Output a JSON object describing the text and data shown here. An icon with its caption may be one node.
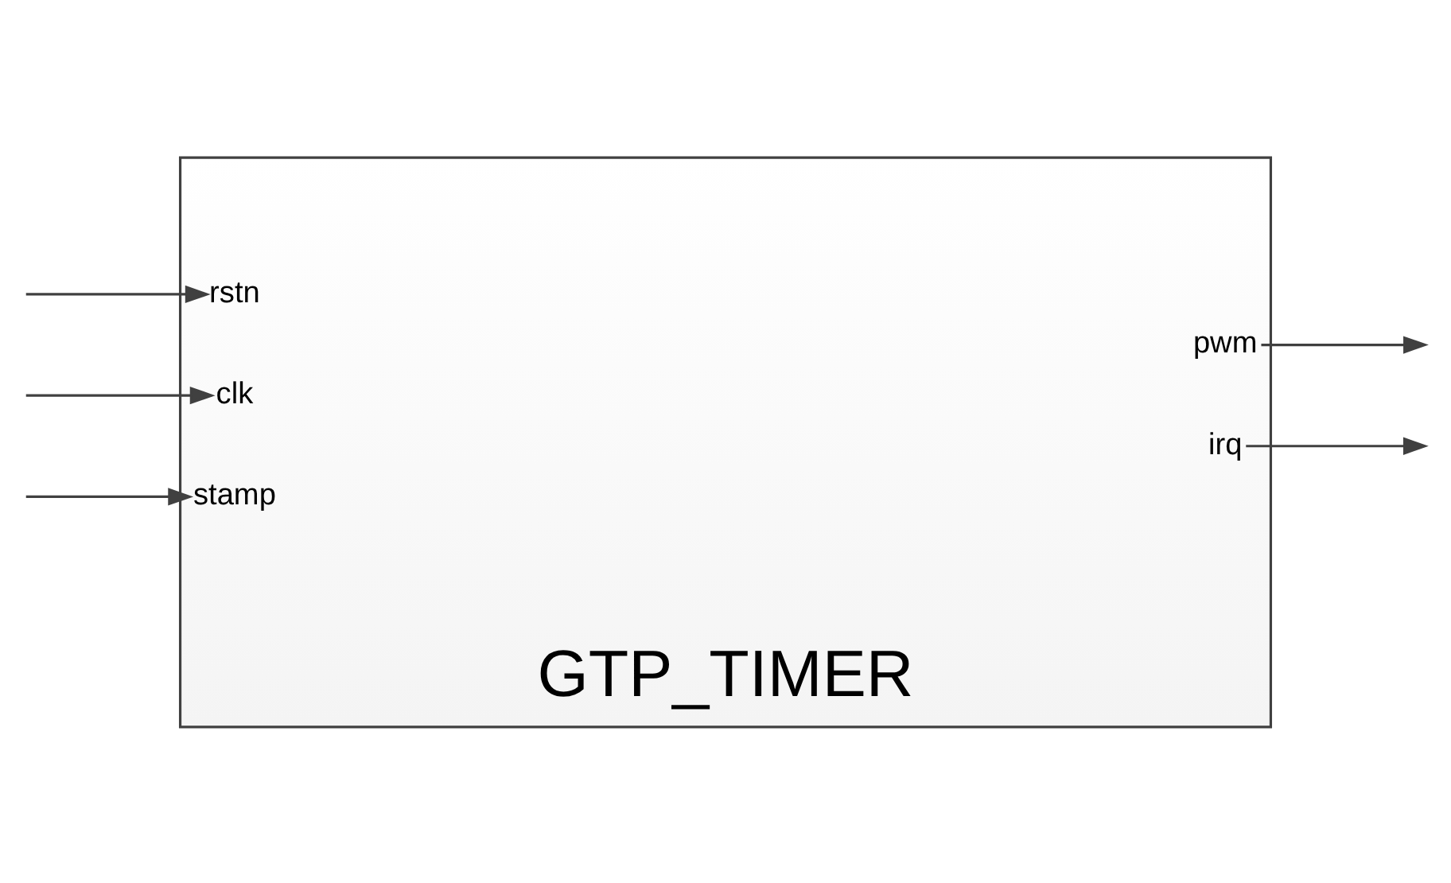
{
  "diagram": {
    "nodes": [
      {
        "text": [
          "GTP_TIMER"
        ]
      },
      {
        "text": [
          "rstn"
        ],
        "in": 0
      },
      {
        "text": [
          "clk"
        ],
        "in": 0
      },
      {
        "text": [
          "stamp"
        ],
        "in": 0
      },
      {
        "text": [
          "pwm"
        ],
        "in": 0
      },
      {
        "text": [
          "irq"
        ],
        "in": 0
      }
    ],
    "edges": [
      {
        "from": null,
        "to": 1,
        "arrow": "to"
      },
      {
        "from": null,
        "to": 2,
        "arrow": "to"
      },
      {
        "from": null,
        "to": 3,
        "arrow": "to"
      },
      {
        "from": 4,
        "to": null,
        "arrow": "to"
      },
      {
        "from": 5,
        "to": null,
        "arrow": "to"
      }
    ]
  }
}
